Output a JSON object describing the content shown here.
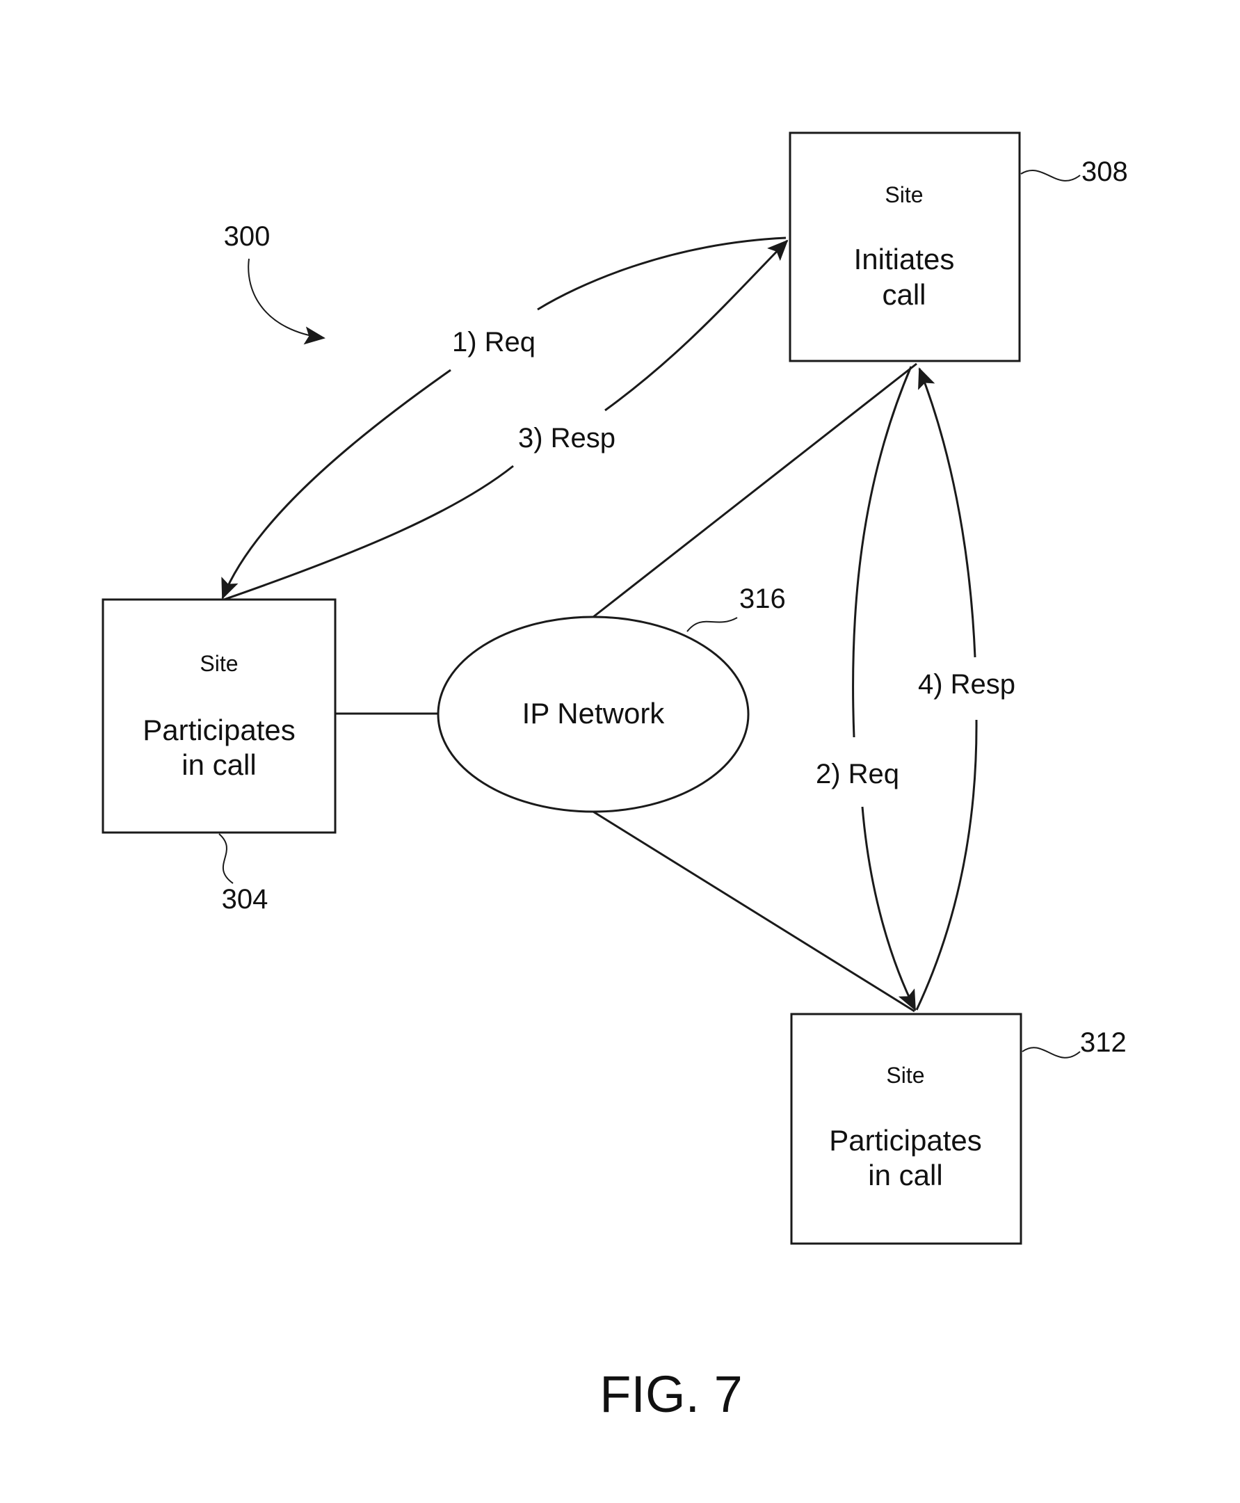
{
  "diagram": {
    "ref_system": "300",
    "nodes": {
      "initiator": {
        "ref": "308",
        "label": "Site",
        "role_line1": "Initiates",
        "role_line2": "call"
      },
      "left_participant": {
        "ref": "304",
        "label": "Site",
        "role_line1": "Participates",
        "role_line2": "in call"
      },
      "right_participant": {
        "ref": "312",
        "label": "Site",
        "role_line1": "Participates",
        "role_line2": "in call"
      },
      "network": {
        "ref": "316",
        "label": "IP Network"
      }
    },
    "messages": {
      "m1": "1) Req",
      "m2": "2) Req",
      "m3": "3) Resp",
      "m4": "4) Resp"
    },
    "figure_label": "FIG. 7"
  }
}
